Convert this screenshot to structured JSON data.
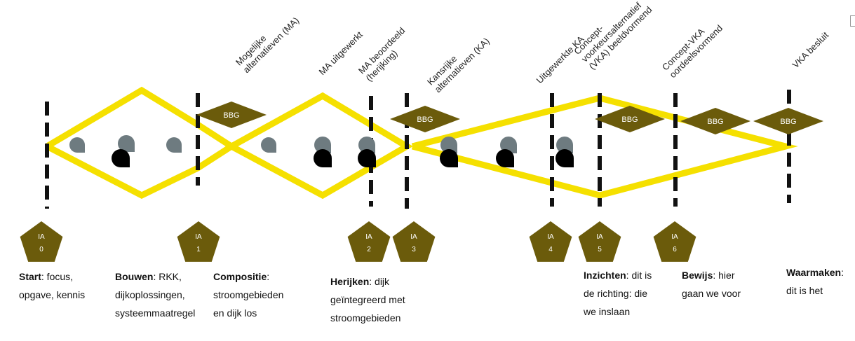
{
  "colors": {
    "funnel": "#f5e000",
    "marker": "#111111",
    "badge": "#6b5b0b",
    "badge_text": "#ffffff",
    "drop_grey": "#6e7b80",
    "drop_black": "#000000"
  },
  "milestones": [
    {
      "label": [
        "Mogelijke",
        "alternatieven (MA)"
      ]
    },
    {
      "label": [
        "MA uitgewerkt"
      ]
    },
    {
      "label": [
        "MA beoordeeld",
        "(herijking)"
      ]
    },
    {
      "label": [
        "Kansrijke",
        "alternatieven (KA)"
      ]
    },
    {
      "label": [
        "Uitgewerkte KA"
      ]
    },
    {
      "label": [
        "Concept-",
        "voorkeursalternatief",
        "(VKA) beeldvormend"
      ]
    },
    {
      "label": [
        "Concept-VKA",
        "oordeelsvormend"
      ]
    },
    {
      "label": [
        "VKA besluit"
      ]
    }
  ],
  "bbg_label": "BBG",
  "ia_badges": [
    {
      "top": "IA",
      "num": "0"
    },
    {
      "top": "IA",
      "num": "1"
    },
    {
      "top": "IA",
      "num": "2"
    },
    {
      "top": "IA",
      "num": "3"
    },
    {
      "top": "IA",
      "num": "4"
    },
    {
      "top": "IA",
      "num": "5"
    },
    {
      "top": "IA",
      "num": "6"
    }
  ],
  "captions": [
    {
      "bold": "Start",
      "rest": ": focus,",
      "lines": [
        "opgave, kennis"
      ]
    },
    {
      "bold": "Bouwen",
      "rest": ": RKK,",
      "lines": [
        "dijkoplossingen,",
        "systeemmaatregel"
      ]
    },
    {
      "bold": "Compositie",
      "rest": ":",
      "lines": [
        "stroomgebieden",
        "en dijk los"
      ]
    },
    {
      "bold": "Herijken",
      "rest": ": dijk",
      "lines": [
        "geïntegreerd met",
        "stroomgebieden"
      ]
    },
    {
      "bold": "Inzichten",
      "rest": ": dit is",
      "lines": [
        "de richting: die",
        "we inslaan"
      ]
    },
    {
      "bold": "Bewijs",
      "rest": ": hier",
      "lines": [
        "gaan we voor"
      ]
    },
    {
      "bold": "Waarmaken",
      "rest": ":",
      "lines": [
        "dit is het"
      ]
    }
  ]
}
